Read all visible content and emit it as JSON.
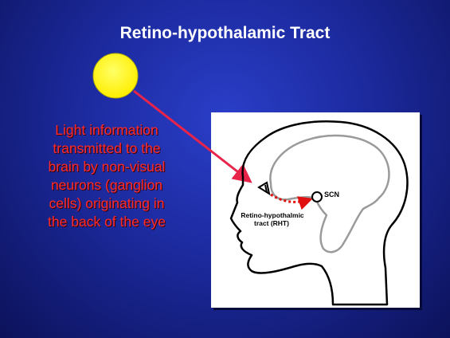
{
  "slide": {
    "title": "Retino-hypothalamic Tract",
    "body_lines": [
      "Light information",
      "transmitted to the",
      "brain by non-visual",
      "neurons (ganglion",
      "cells) originating in",
      "the back of the eye"
    ]
  },
  "figure": {
    "scn_label": "SCN",
    "tract_label_line1": "Retino-hypothalmic",
    "tract_label_line2": "tract (RHT)"
  },
  "colors": {
    "background": "#1c2a9e",
    "title": "#ffffff",
    "body_text": "#ff2b2b",
    "sun": "#ffff22",
    "arrow": "#e8244a",
    "brain_outline": "#9a9a9a",
    "rht_path": "#e01010"
  },
  "icons": {
    "sun": "sun-icon",
    "eye": "eye-icon",
    "scn": "scn-circle-icon"
  }
}
